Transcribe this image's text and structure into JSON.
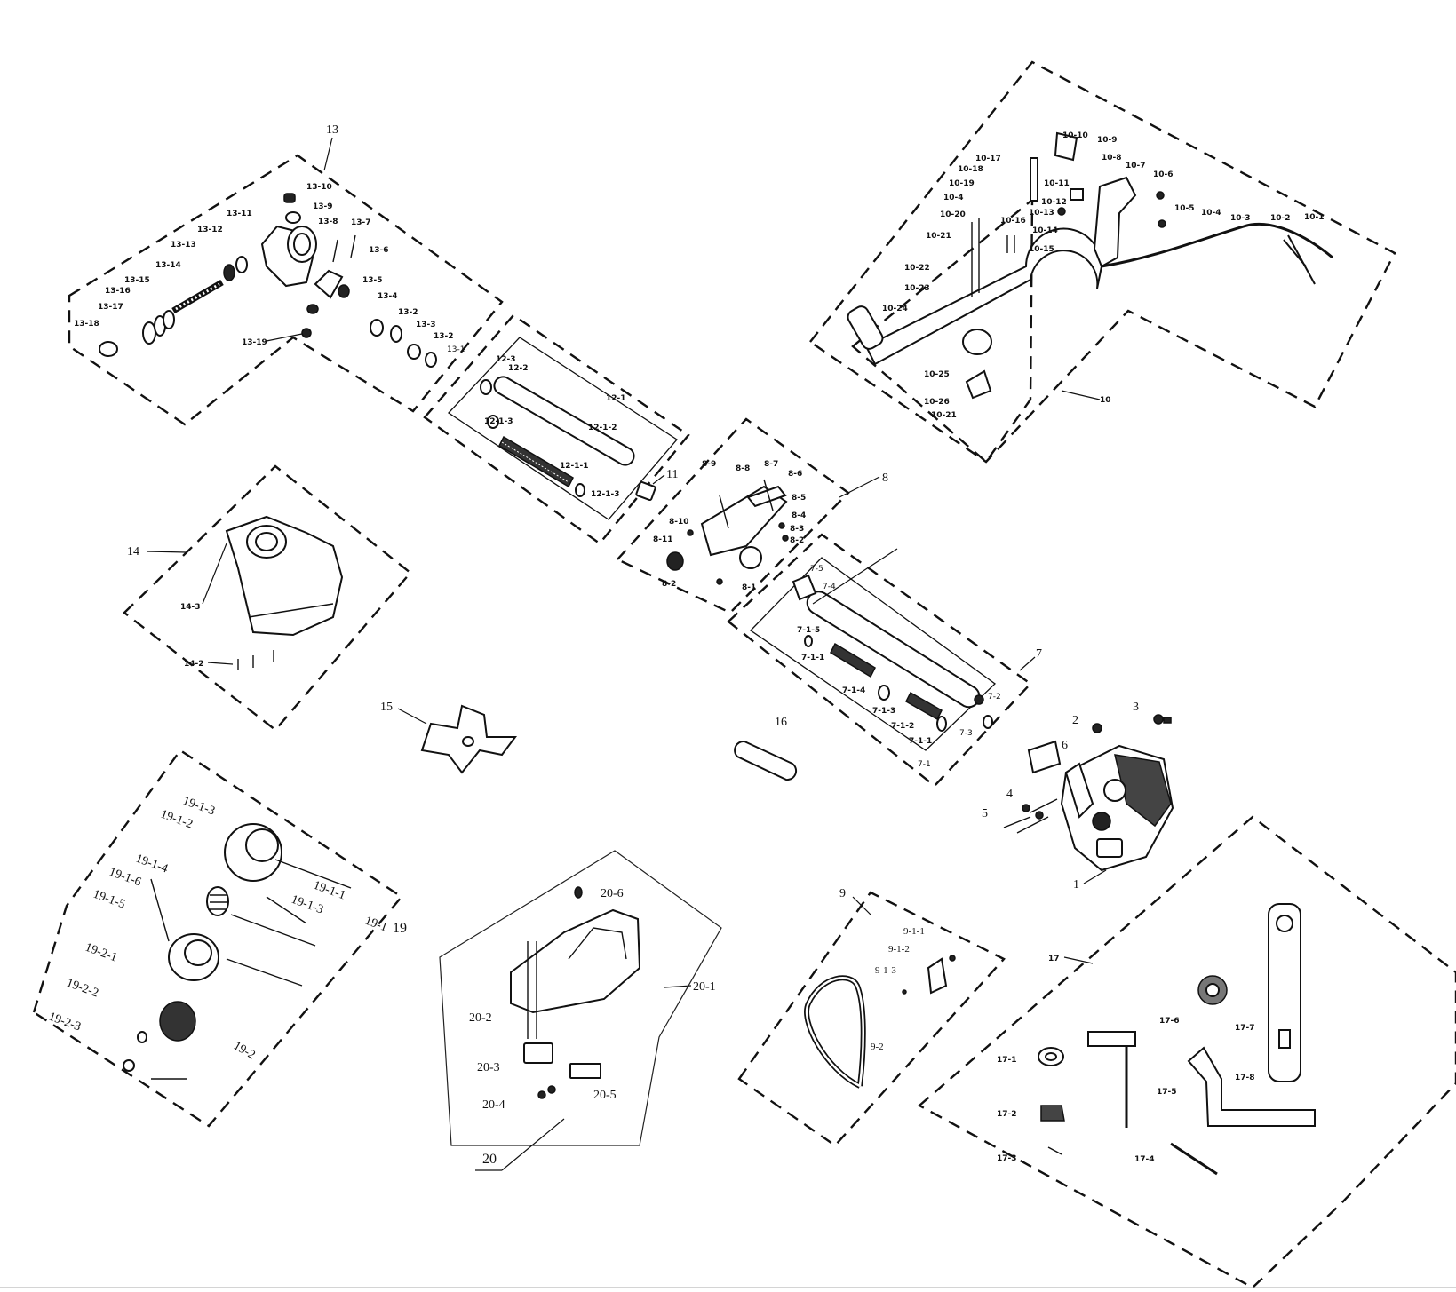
{
  "diagram": {
    "groups": [
      {
        "id": "13",
        "label": "13"
      },
      {
        "id": "12",
        "label": "12-1"
      },
      {
        "id": "10",
        "label": "10"
      },
      {
        "id": "8",
        "label": "8"
      },
      {
        "id": "7",
        "label": "7"
      },
      {
        "id": "14",
        "label": "14"
      },
      {
        "id": "19",
        "label": "19"
      },
      {
        "id": "20",
        "label": "20"
      },
      {
        "id": "9",
        "label": "9"
      },
      {
        "id": "17",
        "label": "17"
      }
    ],
    "labels": {
      "g13": [
        "13-10",
        "13-9",
        "13-8",
        "13-7",
        "13-6",
        "13-5",
        "13-4",
        "13-2",
        "13-3",
        "13-2",
        "13-1",
        "13-11",
        "13-12",
        "13-13",
        "13-14",
        "13-15",
        "13-16",
        "13-17",
        "13-18",
        "13-19"
      ],
      "g12": [
        "12-3",
        "12-2",
        "12-1-3",
        "12-1-2",
        "12-1-1",
        "12-1-3",
        "11"
      ],
      "g10": [
        "10-10",
        "10-9",
        "10-17",
        "10-8",
        "10-7",
        "10-18",
        "10-6",
        "10-19",
        "10-11",
        "10-4",
        "10-5",
        "10-12",
        "10-13",
        "10-16",
        "10-20",
        "10-14",
        "10-4",
        "10-3",
        "10-2",
        "10-1",
        "10-21",
        "10-15",
        "10-22",
        "10-23",
        "10-24",
        "10-25",
        "10-26",
        "10-21"
      ],
      "g8": [
        "8-9",
        "8-8",
        "8-7",
        "8-6",
        "8-5",
        "8-4",
        "8-10",
        "8-3",
        "8-11",
        "8-2",
        "8-2",
        "8-1"
      ],
      "g7": [
        "7-5",
        "7-4",
        "7-1-5",
        "7-1-1",
        "7-1-4",
        "7-1-3",
        "7-1-2",
        "7-1-1",
        "7-2",
        "7-3",
        "7-1"
      ],
      "engine": [
        "2",
        "3",
        "6",
        "4",
        "5",
        "1",
        "16",
        "15"
      ],
      "g14": [
        "14-3",
        "14-2"
      ],
      "g19": [
        "19-1-3",
        "19-1-2",
        "19-1-4",
        "19-1-6",
        "19-1-5",
        "19-2-1",
        "19-2-2",
        "19-2-3",
        "19-1-1",
        "19-1-3",
        "19-1",
        "19-2"
      ],
      "g20": [
        "20-6",
        "20-1",
        "20-2",
        "20-3",
        "20-4",
        "20-5"
      ],
      "g9": [
        "9-1-1",
        "9-1-2",
        "9-1-3",
        "9-2"
      ],
      "g17": [
        "17-1",
        "17-2",
        "17-3",
        "17-4",
        "17-5",
        "17-6",
        "17-7",
        "17-8"
      ]
    }
  }
}
